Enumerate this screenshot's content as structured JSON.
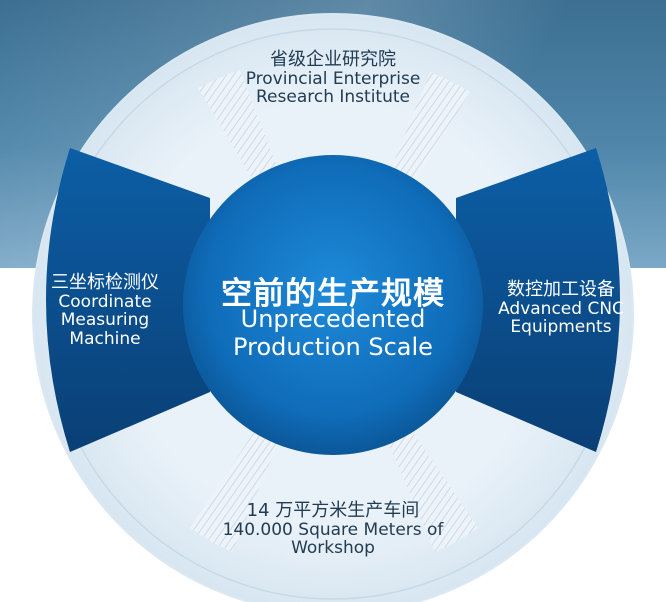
{
  "center": {
    "title_cn": "空前的生产规模",
    "title_en_1": "Unprecedented",
    "title_en_2": "Production Scale"
  },
  "segments": {
    "top": {
      "cn": "省级企业研究院",
      "en_1": "Provincial Enterprise",
      "en_2": "Research Institute"
    },
    "left": {
      "cn": "三坐标检测仪",
      "en_1": "Coordinate",
      "en_2": "Measuring",
      "en_3": "Machine"
    },
    "right": {
      "cn": "数控加工设备",
      "en_1": "Advanced CNC",
      "en_2": "Equipments"
    },
    "bottom": {
      "cn": "14 万平方米生产车间",
      "en_1": "140.000 Square Meters of",
      "en_2": "Workshop"
    }
  },
  "colors": {
    "ring": "#e8f0f7",
    "ring_stripes": "#c9dcea",
    "center_blue": "#1277c7",
    "side_blue": "#0d4e8d",
    "text_dark": "#233c52"
  }
}
